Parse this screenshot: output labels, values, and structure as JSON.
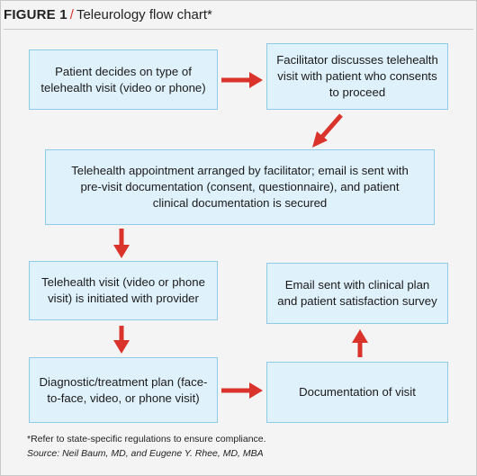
{
  "figure": {
    "label": "FIGURE 1",
    "separator": "/",
    "title": "Teleurology flow chart*"
  },
  "steps": {
    "patient_decides": "Patient decides on type of telehealth visit (video or phone)",
    "facilitator_discusses": "Facilitator discusses telehealth visit with patient who consents to proceed",
    "appointment_arranged": "Telehealth appointment arranged by facilitator; email is sent with pre-visit documentation (consent, questionnaire), and patient clinical documentation is secured",
    "visit_initiated": "Telehealth visit (video or phone visit) is initiated with provider",
    "diagnostic_plan": "Diagnostic/treatment plan (face-to-face, video, or phone visit)",
    "documentation": "Documentation of visit",
    "email_sent": "Email sent with clinical plan and patient satisfaction survey"
  },
  "footnote": "*Refer to state-specific regulations to ensure compliance.",
  "source": "Source: Neil Baum, MD, and Eugene Y. Rhee, MD, MBA",
  "colors": {
    "box_fill": "#dff1fa",
    "box_border": "#8fcbe6",
    "arrow": "#d9332b",
    "accent": "#d9332b"
  }
}
